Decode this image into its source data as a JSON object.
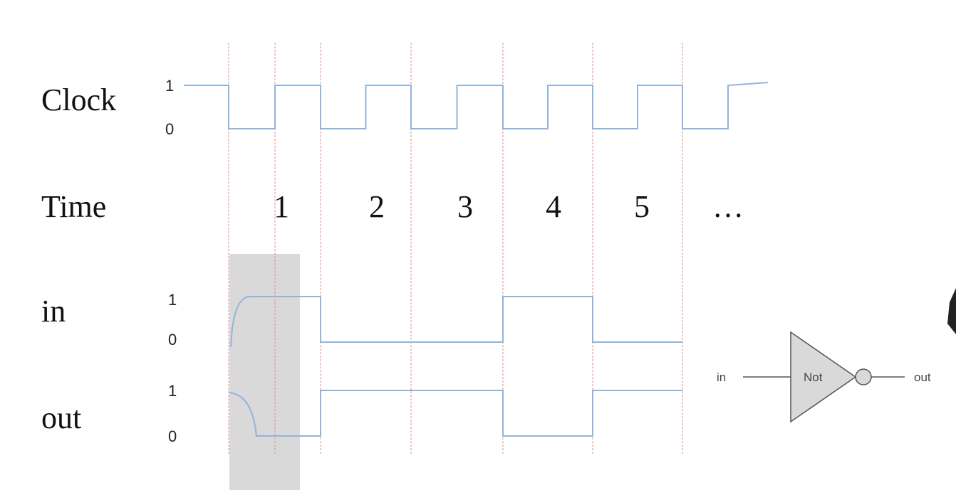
{
  "signals": {
    "clock": {
      "label": "Clock",
      "high": "1",
      "low": "0"
    },
    "time": {
      "label": "Time",
      "ticks": [
        "1",
        "2",
        "3",
        "4",
        "5",
        "…"
      ]
    },
    "in": {
      "label": "in",
      "high": "1",
      "low": "0"
    },
    "out": {
      "label": "out",
      "high": "1",
      "low": "0"
    }
  },
  "waveforms": {
    "in_levels_per_cycle": [
      1,
      0,
      0,
      1,
      0
    ],
    "out_levels_per_cycle": [
      0,
      1,
      1,
      0,
      1
    ]
  },
  "gate": {
    "name": "Not",
    "input": "in",
    "output": "out"
  },
  "colors": {
    "wave": "#8fb4dd",
    "grid": "#e58a8a",
    "highlight": "#d9d9d9"
  }
}
